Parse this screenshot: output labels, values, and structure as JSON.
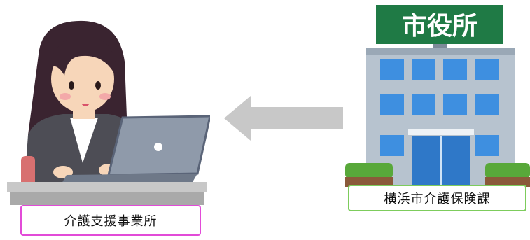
{
  "diagram": {
    "left_node": {
      "label": "介護支援事業所",
      "icon": "office-worker-laptop-icon",
      "border_color": "#e24bd8"
    },
    "right_node": {
      "label": "横浜市介護保険課",
      "icon": "city-hall-building-icon",
      "sign_text": "市役所",
      "border_color": "#7dcc5c"
    },
    "arrow": {
      "direction": "right-to-left",
      "color": "#c8c8c8"
    }
  }
}
